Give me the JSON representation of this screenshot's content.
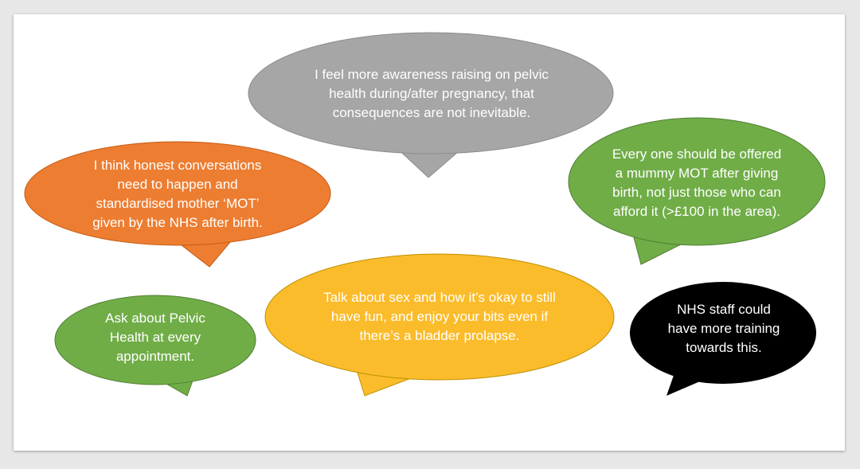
{
  "bubbles": [
    {
      "id": "grey",
      "text": "I feel more awareness raising on pelvic health during/after pregnancy, that consequences are not inevitable.",
      "fill": "#a6a6a6"
    },
    {
      "id": "orange",
      "text": "I think honest conversations need to happen and standardised mother ‘MOT’ given by the NHS after birth.",
      "fill": "#ed7d31"
    },
    {
      "id": "green-right",
      "text": "Every one should be offered a mummy MOT after giving birth, not just those who can afford it (>£100 in the area).",
      "fill": "#70ad47"
    },
    {
      "id": "green-left",
      "text": "Ask about Pelvic Health at every appointment.",
      "fill": "#70ad47"
    },
    {
      "id": "yellow",
      "text": "Talk about sex and how it’s okay to still have fun, and enjoy your bits even if there’s a bladder prolapse.",
      "fill": "#fbbc2b"
    },
    {
      "id": "black",
      "text": "NHS staff could have more training towards this.",
      "fill": "#000000"
    }
  ]
}
